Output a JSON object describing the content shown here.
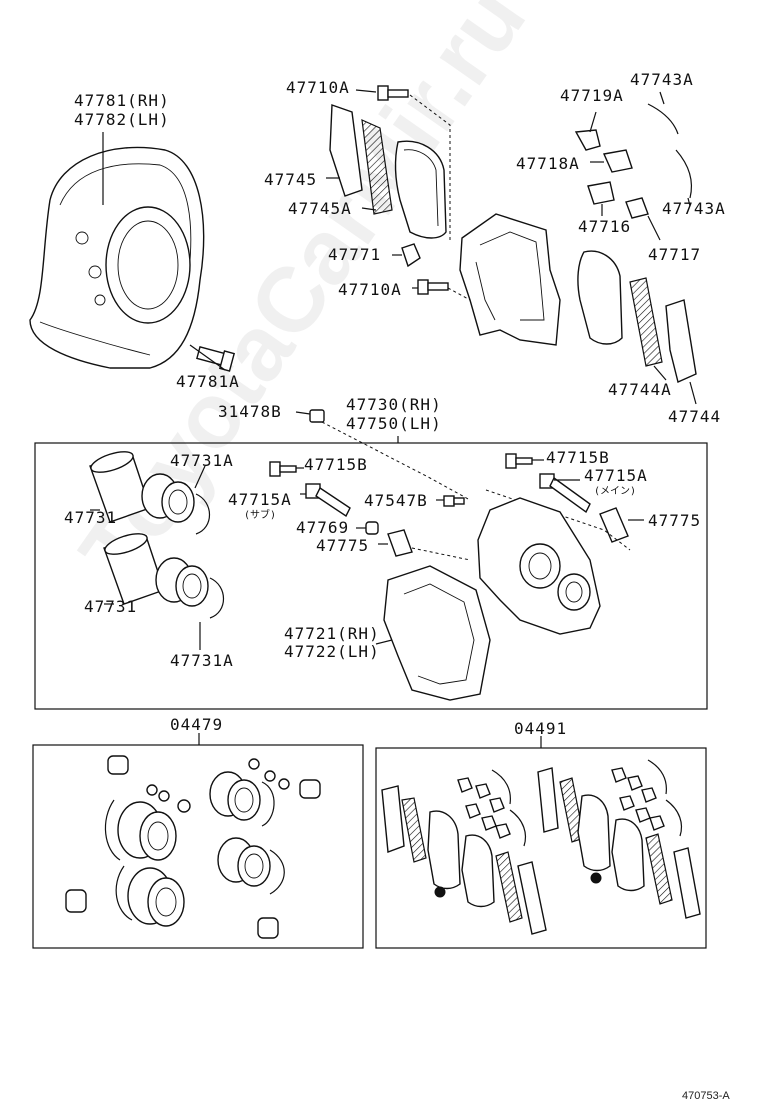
{
  "watermark": "ToyotaCarMir.ru",
  "reference_code": "470753-A",
  "labels": {
    "p47781": "47781(RH)",
    "p47782": "47782(LH)",
    "p47781A": "47781A",
    "p47710A_top": "47710A",
    "p47745": "47745",
    "p47745A": "47745A",
    "p47771": "47771",
    "p47710A_mid": "47710A",
    "p47719A": "47719A",
    "p47743A_top": "47743A",
    "p47718A": "47718A",
    "p47743A_bot": "47743A",
    "p47716": "47716",
    "p47717": "47717",
    "p47744A": "47744A",
    "p47744": "47744",
    "p31478B": "31478B",
    "p47730": "47730(RH)",
    "p47750": "47750(LH)",
    "p47731A_top": "47731A",
    "p47715B_left": "47715B",
    "p47715B_right": "47715B",
    "p47715A_right": "47715A",
    "sub_main": "(メイン)",
    "p47731_top": "47731",
    "p47715A_left": "47715A",
    "sub_sub": "(サブ)",
    "p47547B": "47547B",
    "p47775_right": "47775",
    "p47769": "47769",
    "p47775_left": "47775",
    "p47731_bot": "47731",
    "p47721": "47721(RH)",
    "p47722": "47722(LH)",
    "p47731A_bot": "47731A",
    "kit_04479": "04479",
    "kit_04491": "04491"
  }
}
